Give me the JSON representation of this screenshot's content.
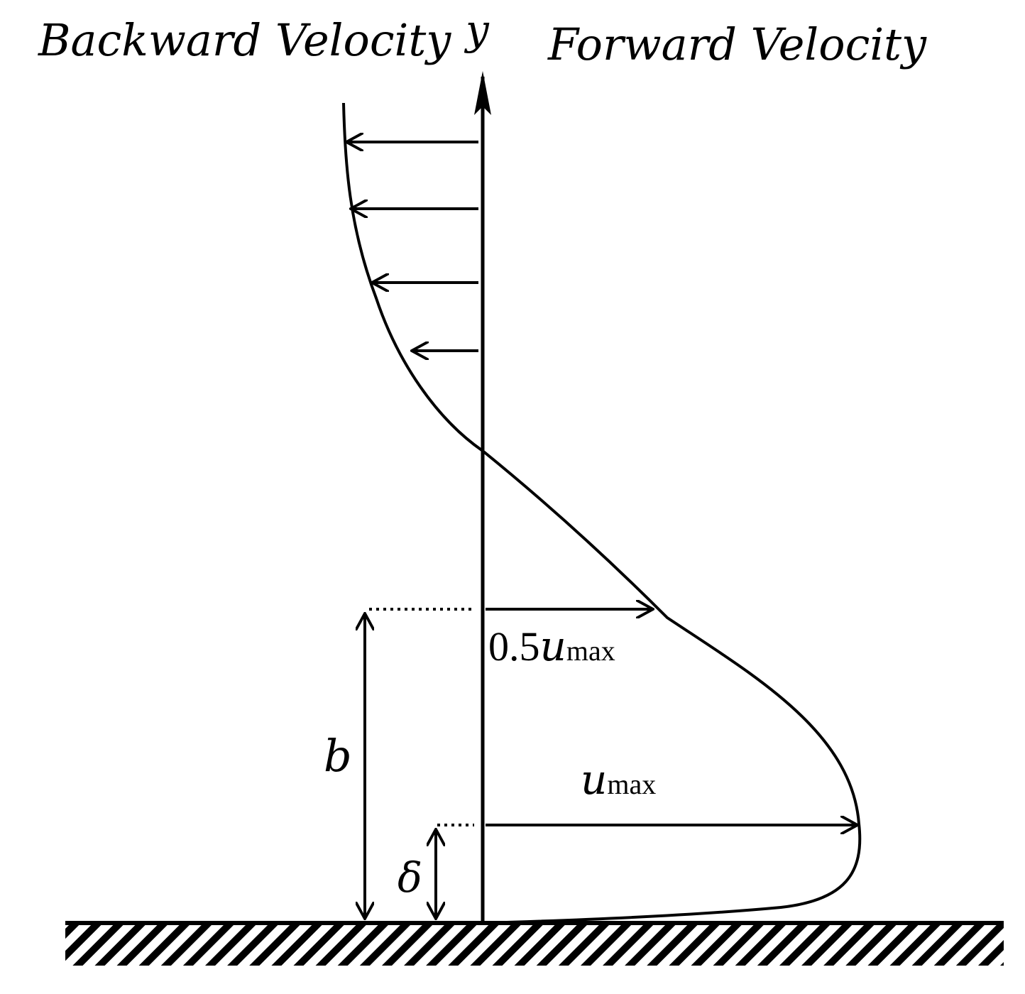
{
  "labels": {
    "backward": "Backward Velocity",
    "forward": "Forward Velocity",
    "y_axis": "y",
    "half_u_coeff": "0.5",
    "u_symbol": "u",
    "max_sub": "max",
    "b": "b",
    "delta": "δ"
  },
  "colors": {
    "ink": "#000000",
    "background": "#ffffff"
  }
}
